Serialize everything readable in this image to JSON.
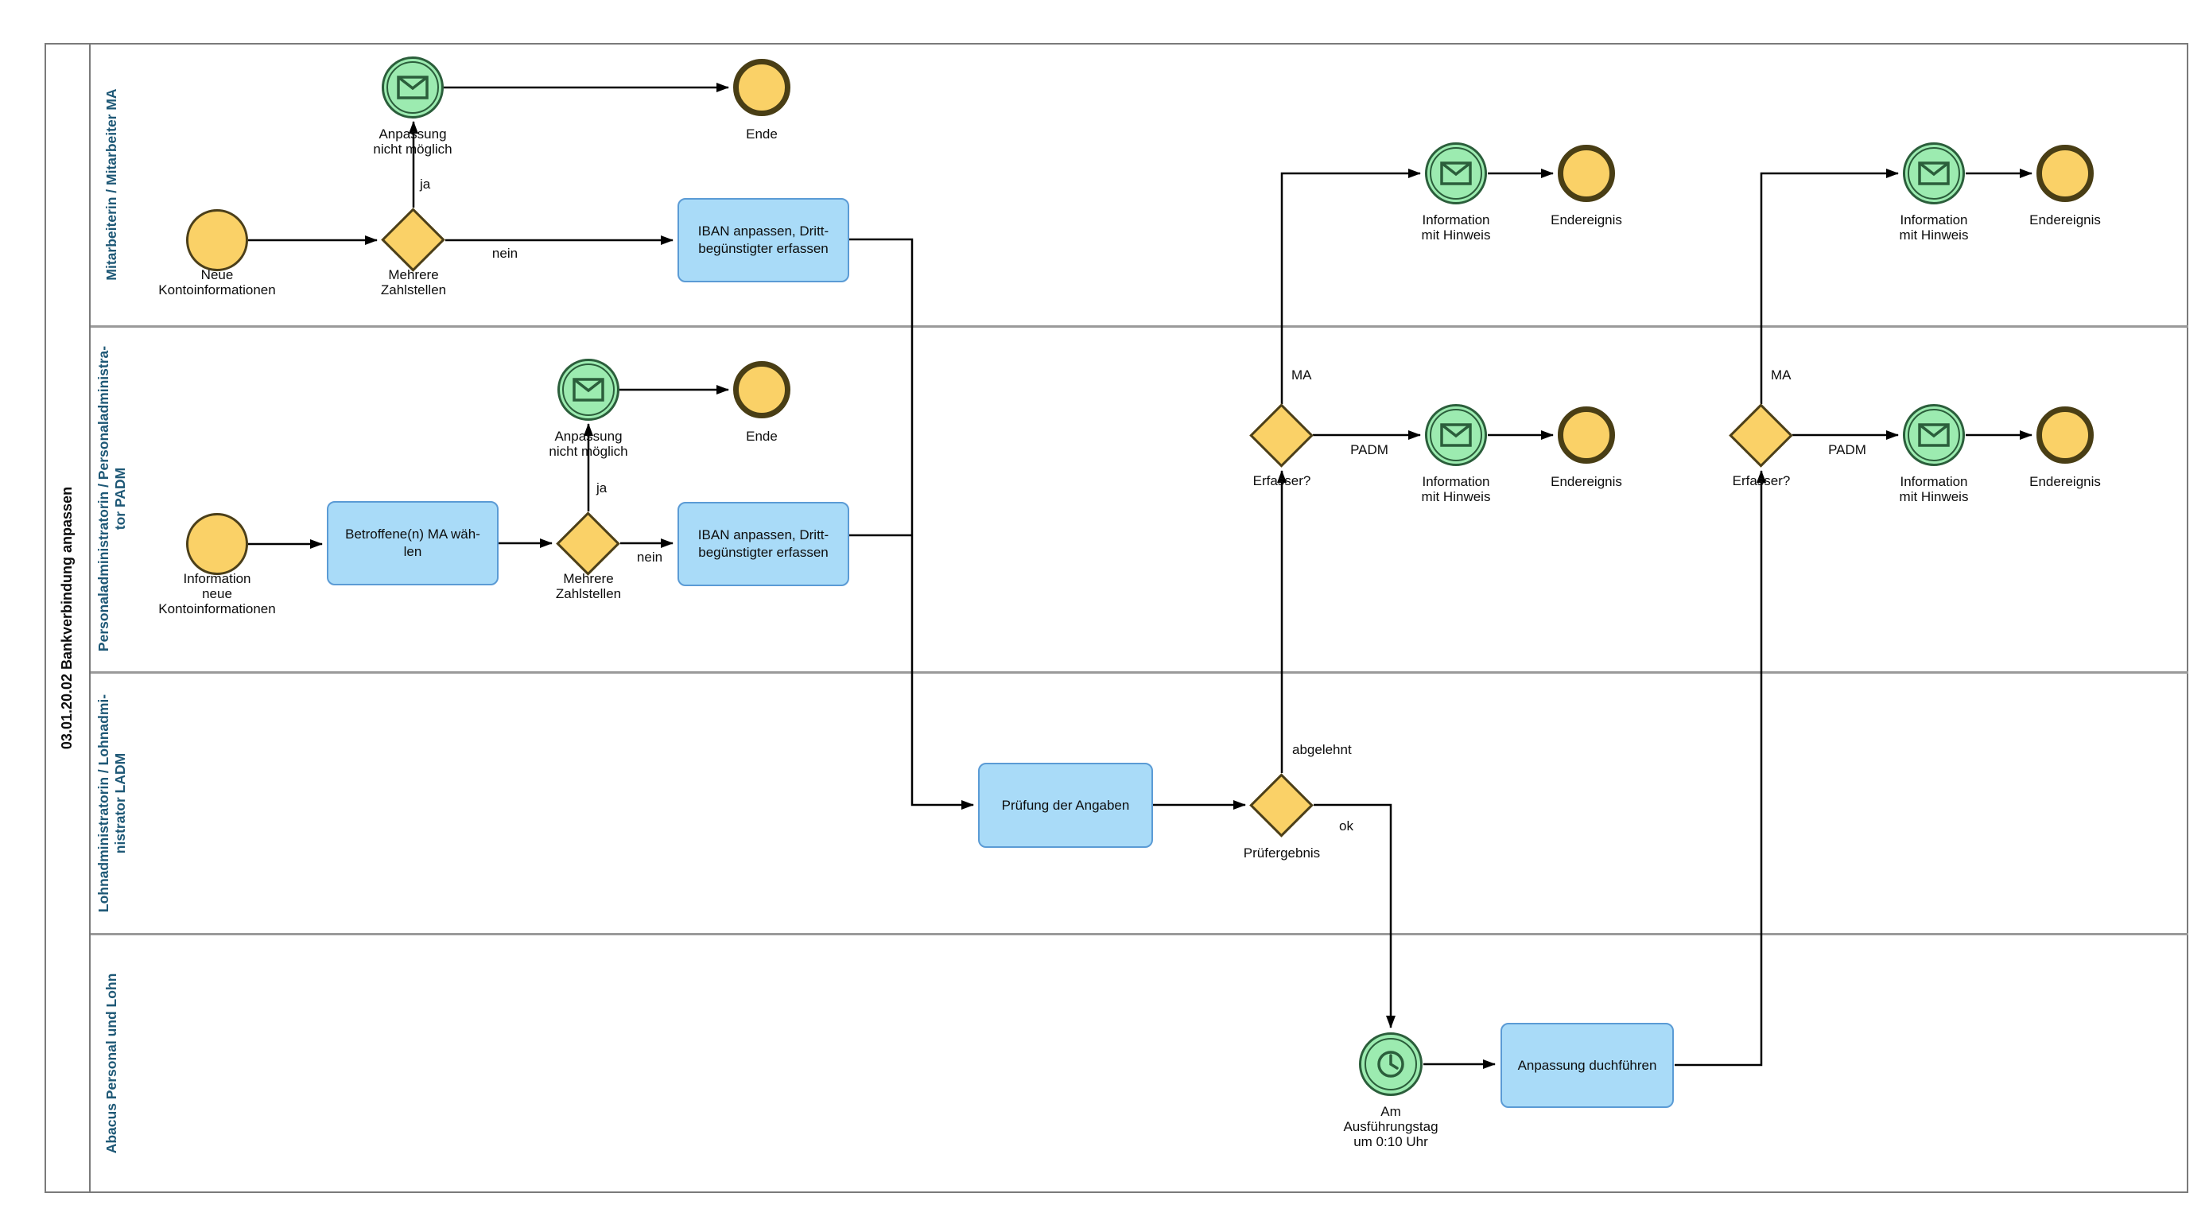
{
  "title": "03.01.20.02 Bankverbindung anpassen",
  "lanes": [
    {
      "label": "Mitarbeiterin / Mitarbeiter MA"
    },
    {
      "label": "Personaladministratorin / Personaladministra-\ntor PADM"
    },
    {
      "label": "Lohnadministratorin / Lohnadmi-\nnistrator LADM"
    },
    {
      "label": "Abacus Personal und Lohn"
    }
  ],
  "nodes": {
    "start_ma": "Neue\nKontoinformationen",
    "gw_zahlstellen_ma": "Mehrere\nZahlstellen",
    "msg_anpassung_ma": "Anpassung\nnicht möglich",
    "end_ma": "Ende",
    "task_iban_ma": "IBAN anpassen, Dritt-\nbegünstigter erfassen",
    "start_padm": "Information\nneue\nKontoinformationen",
    "task_ma_waehlen": "Betroffene(n) MA wäh-\nlen",
    "gw_zahlstellen_padm": "Mehrere\nZahlstellen",
    "msg_anpassung_padm": "Anpassung\nnicht möglich",
    "end_padm": "Ende",
    "task_iban_padm": "IBAN anpassen, Dritt-\nbegünstigter erfassen",
    "task_pruefung": "Prüfung der Angaben",
    "gw_pruefergebnis": "Prüfergebnis",
    "gw_erfasser_1": "Erfasser?",
    "msg_hinweis_padm_1": "Information\nmit Hinweis",
    "end_endereignis_padm_1": "Endereignis",
    "msg_hinweis_ma_1": "Information\nmit Hinweis",
    "end_endereignis_ma_1": "Endereignis",
    "gw_erfasser_2": "Erfasser?",
    "msg_hinweis_padm_2": "Information\nmit Hinweis",
    "end_endereignis_padm_2": "Endereignis",
    "msg_hinweis_ma_2": "Information\nmit Hinweis",
    "end_endereignis_ma_2": "Endereignis",
    "timer_ausfuehrung": "Am\nAusführungstag\num 0:10 Uhr",
    "task_anpassung": "Anpassung duchführen"
  },
  "edge_labels": {
    "ja_ma": "ja",
    "nein_ma": "nein",
    "ja_padm": "ja",
    "nein_padm": "nein",
    "abgelehnt": "abgelehnt",
    "ok": "ok",
    "ma_1": "MA",
    "padm_1": "PADM",
    "ma_2": "MA",
    "padm_2": "PADM"
  },
  "colors": {
    "event_fill": "#fad167",
    "event_border": "#4b3f1a",
    "end_border": "#493e15",
    "message_fill": "#9cebb0",
    "message_border": "#2b5e3b",
    "task_fill": "#a9dbf8",
    "task_border": "#5b9bd5",
    "lane_label_text": "#1e5876",
    "flow_line": "#000000",
    "lane_border": "#9a9a9a"
  }
}
